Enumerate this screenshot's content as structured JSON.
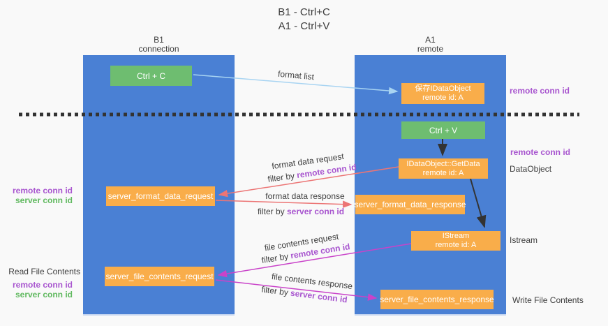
{
  "title": {
    "line1": "B1 - Ctrl+C",
    "line2": "A1 - Ctrl+V"
  },
  "columns": {
    "b1": {
      "name": "B1",
      "sub": "connection"
    },
    "a1": {
      "name": "A1",
      "sub": "remote"
    }
  },
  "nodes": {
    "ctrl_c": {
      "label": "Ctrl + C"
    },
    "save_obj": {
      "line1": "保存IDataObject",
      "line2": "remote id: A"
    },
    "ctrl_v": {
      "label": "Ctrl + V"
    },
    "getdata": {
      "line1": "IDataObject::GetData",
      "line2": "remote id: A"
    },
    "format_request": {
      "label": "server_format_data_request"
    },
    "format_response": {
      "label": "server_format_data_response"
    },
    "istream": {
      "line1": "IStream",
      "line2": "remote id: A"
    },
    "file_request": {
      "label": "server_file_contents_request"
    },
    "file_response": {
      "label": "server_file_contents_response"
    }
  },
  "arrows": {
    "format_list": {
      "label": "format list"
    },
    "format_data_request": {
      "label": "format data request",
      "filter_prefix": "filter by",
      "filter_id": "remote conn id"
    },
    "format_data_response": {
      "label": "format data response",
      "filter_prefix": "filter by",
      "filter_id": "server conn id"
    },
    "file_contents_request": {
      "label": "file contents request",
      "filter_prefix": "filter by",
      "filter_id": "remote conn id"
    },
    "file_contents_response": {
      "label": "file contents response",
      "filter_prefix": "filter by",
      "filter_id": "server conn id"
    }
  },
  "side_labels": {
    "right_remote_conn_1": "remote conn id",
    "right_remote_conn_2": "remote conn id",
    "dataobject": "DataObject",
    "istream": "Istream",
    "write_file": "Write File Contents",
    "left_remote_conn_1": "remote conn id",
    "left_server_conn_1": "server conn id",
    "read_file": "Read File Contents",
    "left_remote_conn_2": "remote conn id",
    "left_server_conn_2": "server conn id"
  },
  "colors": {
    "column_blue": "#4a80d4",
    "box_green": "#6ebd70",
    "box_orange": "#f9ad4a",
    "purple_text": "#a855cf",
    "green_text": "#60b95f",
    "red_arrow": "#ec7575",
    "magenta_arrow": "#c943c9",
    "light_blue_arrow": "#a8d4f2",
    "black_arrow": "#333333"
  }
}
